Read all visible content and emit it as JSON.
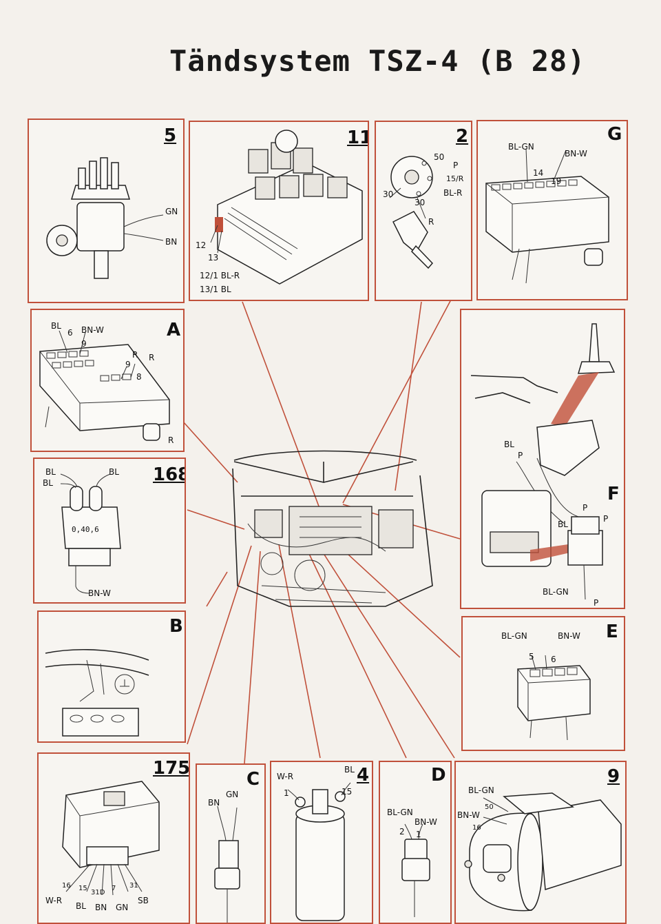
{
  "title": "Tändsystem TSZ-4 (B 28)",
  "accent_color": "#c0503a",
  "panels": {
    "p5": {
      "id": "5",
      "labels": [
        "GN",
        "BN"
      ]
    },
    "p11": {
      "id": "11",
      "labels": [
        "12",
        "13",
        "12/1 BL-R",
        "13/1 BL"
      ]
    },
    "p2": {
      "id": "2",
      "labels": [
        "50",
        "P",
        "15/R",
        "BL-R",
        "30",
        "30",
        "R"
      ]
    },
    "pG": {
      "id": "G",
      "labels": [
        "BL-GN",
        "BN-W",
        "14",
        "19"
      ]
    },
    "pA": {
      "id": "A",
      "labels": [
        "BL",
        "6",
        "BN-W",
        "9",
        "9",
        "R",
        "R",
        "8",
        "R"
      ]
    },
    "p168": {
      "id": "168",
      "labels": [
        "BL",
        "BL",
        "BL",
        "0,40,6",
        "BN-W"
      ]
    },
    "pB": {
      "id": "B"
    },
    "pF": {
      "id": "F",
      "labels": [
        "BL",
        "P",
        "P",
        "P",
        "BL",
        "BL-GN",
        "P"
      ]
    },
    "pE": {
      "id": "E",
      "labels": [
        "BL-GN",
        "BN-W",
        "5",
        "6"
      ]
    },
    "p175": {
      "id": "175",
      "labels": [
        "16",
        "15",
        "31D",
        "7",
        "31",
        "W-R",
        "BL",
        "BN",
        "GN",
        "SB"
      ]
    },
    "pC": {
      "id": "C",
      "labels": [
        "BN",
        "GN"
      ]
    },
    "p4": {
      "id": "4",
      "labels": [
        "W-R",
        "1",
        "BL",
        "15"
      ]
    },
    "pD": {
      "id": "D",
      "labels": [
        "BL-GN",
        "BN-W",
        "2",
        "1"
      ]
    },
    "p9": {
      "id": "9",
      "labels": [
        "BL-GN",
        "50",
        "BN-W",
        "16"
      ]
    }
  }
}
